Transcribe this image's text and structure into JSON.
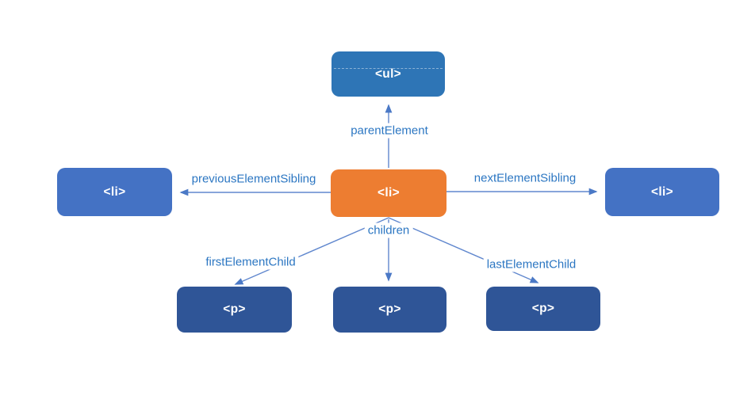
{
  "nodes": {
    "ul": {
      "label": "<ul>"
    },
    "li_prev": {
      "label": "<li>"
    },
    "li_current": {
      "label": "<li>"
    },
    "li_next": {
      "label": "<li>"
    },
    "p_first": {
      "label": "<p>"
    },
    "p_middle": {
      "label": "<p>"
    },
    "p_last": {
      "label": "<p>"
    }
  },
  "edges": {
    "parent": {
      "label": "parentElement"
    },
    "previous_sibling": {
      "label": "previousElementSibling"
    },
    "next_sibling": {
      "label": "nextElementSibling"
    },
    "children": {
      "label": "children"
    },
    "first_child": {
      "label": "firstElementChild"
    },
    "last_child": {
      "label": "lastElementChild"
    }
  },
  "colors": {
    "ul_box": "#2e75b6",
    "sibling_box": "#4472c4",
    "current_box": "#ed7d31",
    "child_box": "#2f5597",
    "label_text": "#2b76c2",
    "arrow": "#6087ce",
    "background": "#ffffff"
  }
}
